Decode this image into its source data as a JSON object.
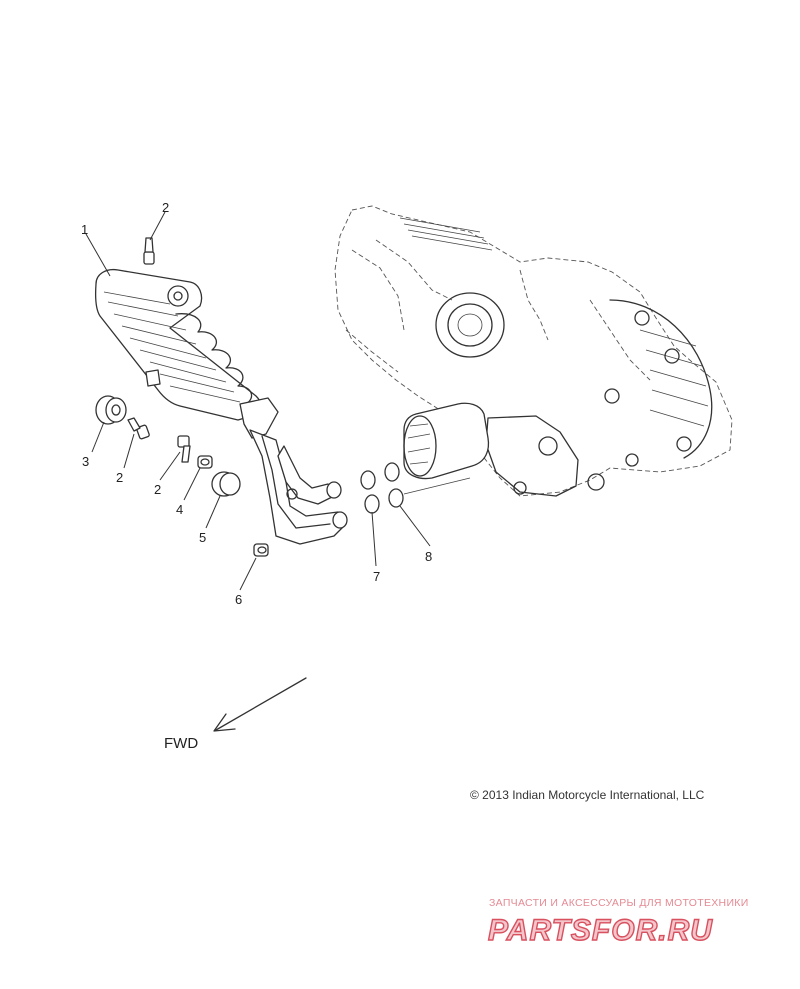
{
  "diagram": {
    "callouts": [
      "1",
      "2",
      "2",
      "2",
      "3",
      "4",
      "5",
      "6",
      "7",
      "8"
    ],
    "direction_label": "FWD",
    "copyright": "© 2013 Indian Motorcycle International, LLC"
  },
  "watermark": {
    "tagline": "ЗАПЧАСТИ И АКСЕССУАРЫ ДЛЯ МОТОТЕХНИКИ",
    "brand": "PARTSFOR.RU"
  },
  "colors": {
    "line": "#333333",
    "watermark_red": "#d9505f",
    "watermark_fill": "#f3c6cb"
  },
  "icons": {
    "direction_arrow": "arrow-down-left-icon"
  }
}
